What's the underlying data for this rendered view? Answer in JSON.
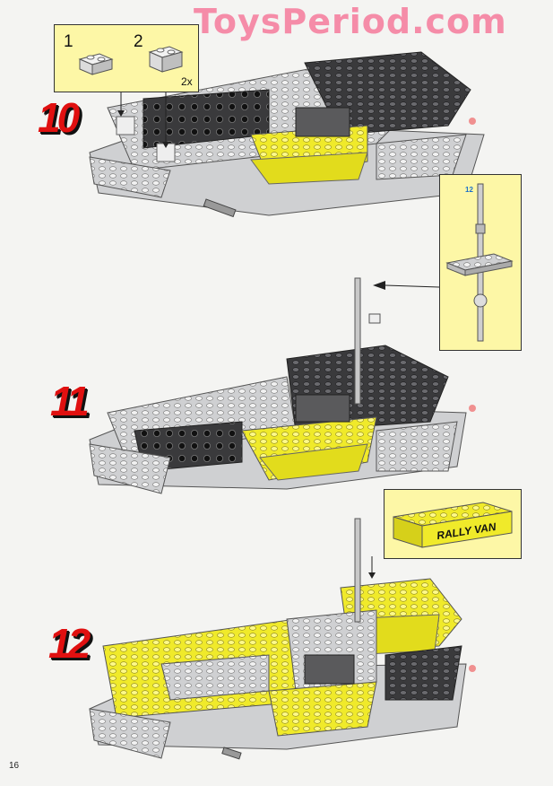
{
  "watermark": "ToysPeriod.com",
  "steps": [
    {
      "label": "10"
    },
    {
      "label": "11"
    },
    {
      "label": "12"
    }
  ],
  "parts_callout": {
    "items": [
      {
        "label": "1"
      },
      {
        "label": "2"
      }
    ],
    "quantity": "2x"
  },
  "axle_callout": {
    "label": "12"
  },
  "rally_callout": {
    "brick_text": "RALLY VAN"
  },
  "page_number": "16",
  "colors": {
    "yellow": "#f0ea2a",
    "dark": "#3a3a3c",
    "light": "#cfd0d2",
    "red": "#e01010",
    "callout": "#fdf7a6"
  }
}
